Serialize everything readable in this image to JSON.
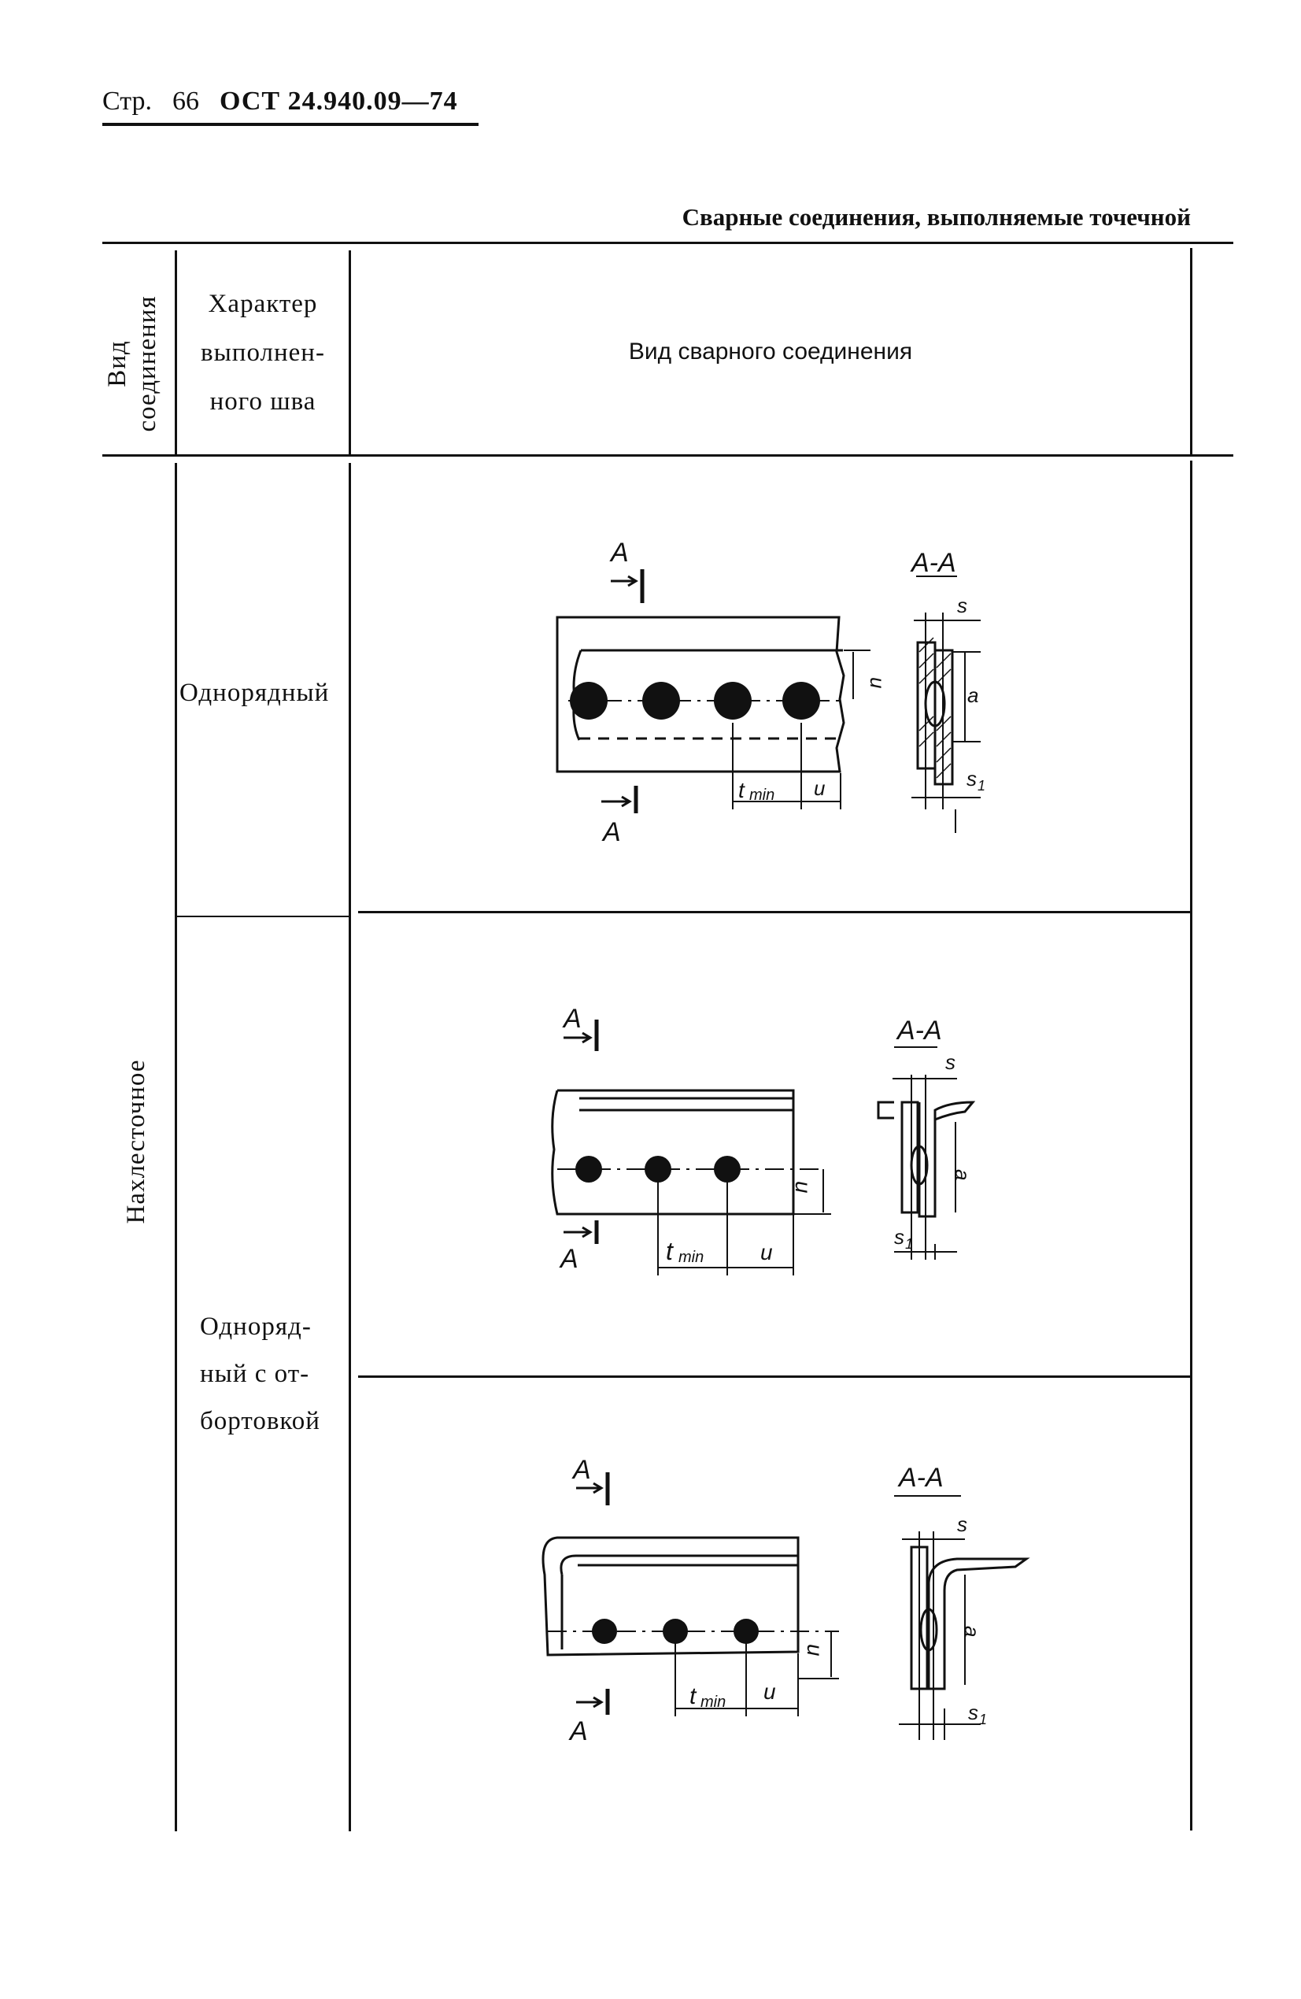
{
  "page": {
    "prefix": "Стр.",
    "number": "66",
    "standard": "ОСТ 24.940.09—74"
  },
  "table_caption": "Сварные соединения, выполняемые точечной",
  "columns": {
    "kind": [
      "Вид",
      "соединения"
    ],
    "character": [
      "Характер",
      "выполнен-",
      "ного шва"
    ],
    "view": "Вид сварного соединения"
  },
  "connection_type": "Нахлесточное",
  "rows": [
    {
      "character": [
        "Однорядный"
      ]
    },
    {
      "character": [
        "Однoряд-",
        "ный с от-",
        "бортовкой"
      ]
    }
  ],
  "drawing_labels": {
    "section_mark": "A",
    "section_title": "A-A",
    "pitch": "t",
    "pitch_sub": "min",
    "edge": "u",
    "thickness": "s",
    "thickness2": "s",
    "thickness2_sub": "1",
    "overlap": "a"
  }
}
